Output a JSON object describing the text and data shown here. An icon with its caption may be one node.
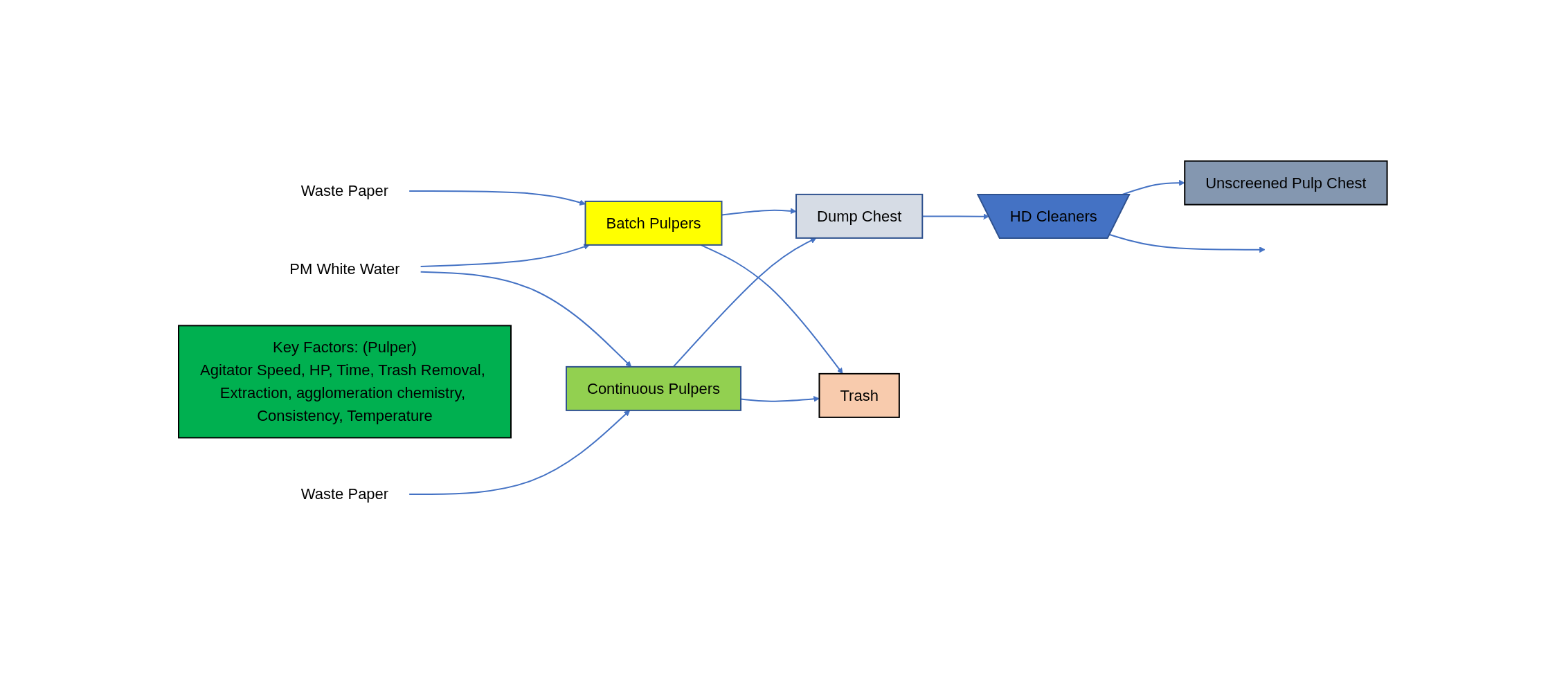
{
  "diagram": {
    "nodes": [
      {
        "text": [
          "Waste Paper"
        ]
      },
      {
        "text": [
          "Batch Pulpers"
        ]
      },
      {
        "text": [
          "PM White Water"
        ]
      },
      {
        "text": [
          "Key Factors: (Pulper)",
          "Agitator Speed, HP, Time, Trash Removal, Extraction, agglomeration chemistry, Consistency, Temperature"
        ]
      },
      {
        "text": [
          "Waste Paper"
        ]
      },
      {
        "text": [
          "Continuous Pulpers"
        ]
      },
      {
        "text": [
          "Dump Chest"
        ]
      },
      {
        "text": [
          "HD Cleaners"
        ]
      },
      {
        "text": [
          "Unscreened Pulp Chest"
        ]
      },
      {
        "text": [
          "Trash"
        ]
      }
    ],
    "edges": [
      {
        "from": 0,
        "to": 1,
        "arrow": "to"
      },
      {
        "from": 2,
        "to": 1,
        "arrow": "to"
      },
      {
        "from": 2,
        "to": 5,
        "arrow": "to"
      },
      {
        "from": 1,
        "to": 6,
        "arrow": "to"
      },
      {
        "from": 1,
        "to": 9,
        "arrow": "to"
      },
      {
        "from": 4,
        "to": 5,
        "arrow": "to"
      },
      {
        "from": 5,
        "to": 6,
        "arrow": "to"
      },
      {
        "from": 5,
        "to": 9,
        "arrow": "to"
      },
      {
        "from": 6,
        "to": 7,
        "arrow": "to"
      },
      {
        "from": 7,
        "to": 8,
        "arrow": "to"
      },
      {
        "from": 7,
        "to": null,
        "arrow": "to"
      }
    ]
  }
}
